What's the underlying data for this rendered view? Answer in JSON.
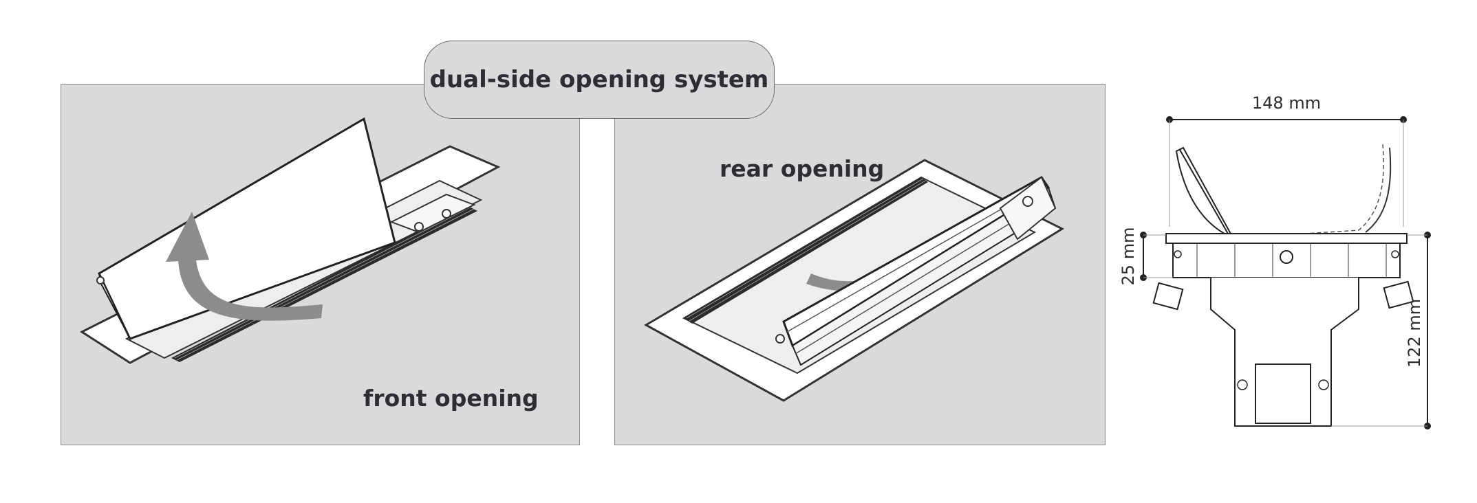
{
  "title": "dual-side opening system",
  "panels": {
    "front": {
      "label": "front opening"
    },
    "rear": {
      "label": "rear opening"
    }
  },
  "dimensions": {
    "width": "148 mm",
    "lid_height": "25 mm",
    "total_height": "122 mm"
  },
  "colors": {
    "panel_background": "#dadadb",
    "arrow": "#8c8c8e",
    "text": "#2c2e33"
  }
}
